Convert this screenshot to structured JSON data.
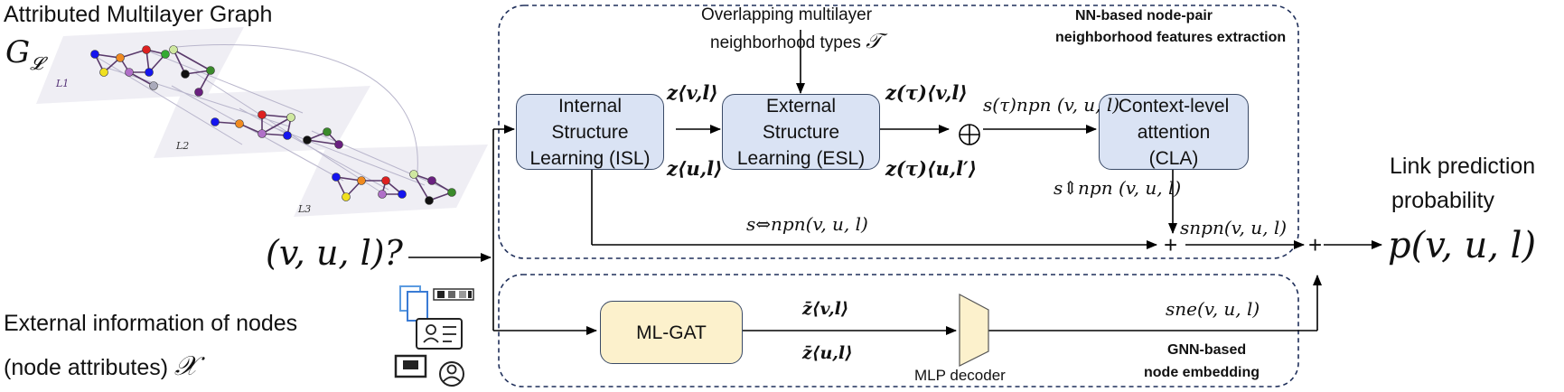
{
  "graph": {
    "title": "Attributed Multilayer Graph",
    "symbol": "G",
    "symbol_sub": "𝓛",
    "layer_labels": [
      "L1",
      "L2",
      "L3"
    ]
  },
  "query": {
    "text": "(v, u, l)?"
  },
  "external_info": {
    "line1": "External information of nodes",
    "line2": "(node attributes)",
    "symbol": "𝒳"
  },
  "top_group": {
    "title_line1": "NN-based node-pair",
    "title_line2": "neighborhood features extraction",
    "neighborhood_line1": "Overlapping multilayer",
    "neighborhood_line2": "neighborhood types",
    "neighborhood_symbol": "𝒯",
    "isl": {
      "line1": "Internal",
      "line2": "Structure",
      "line3": "Learning (ISL)"
    },
    "esl": {
      "line1": "External",
      "line2": "Structure",
      "line3": "Learning (ESL)"
    },
    "cla": {
      "line1": "Context-level",
      "line2": "attention",
      "line3": "(CLA)"
    },
    "z_vl": "z⟨v,l⟩",
    "z_ul": "z⟨u,l⟩",
    "z_tau_vl": "z(τ)⟨v,l⟩",
    "z_tau_ul": "z(τ)⟨u,l′⟩",
    "s_tau": "s(τ)npn (v, u, l)",
    "s_vert": "s⇕npn (v, u, l)",
    "s_horiz": "s⇔npn(v, u, l)",
    "s_npn": "snpn(v, u, l)"
  },
  "bottom_group": {
    "title_line1": "GNN-based",
    "title_line2": "node embedding",
    "mlgat": "ML-GAT",
    "zbar_vl": "z̄⟨v,l⟩",
    "zbar_ul": "z̄⟨u,l⟩",
    "decoder": "MLP decoder",
    "s_ne": "sne(v, u, l)"
  },
  "output": {
    "line1": "Link prediction",
    "line2": "probability",
    "formula": "p(v, u, l)"
  },
  "colors": {
    "box_blue": "#dae3f4",
    "box_yellow": "#fcf1cc",
    "group_border": "#1f2f5a"
  }
}
